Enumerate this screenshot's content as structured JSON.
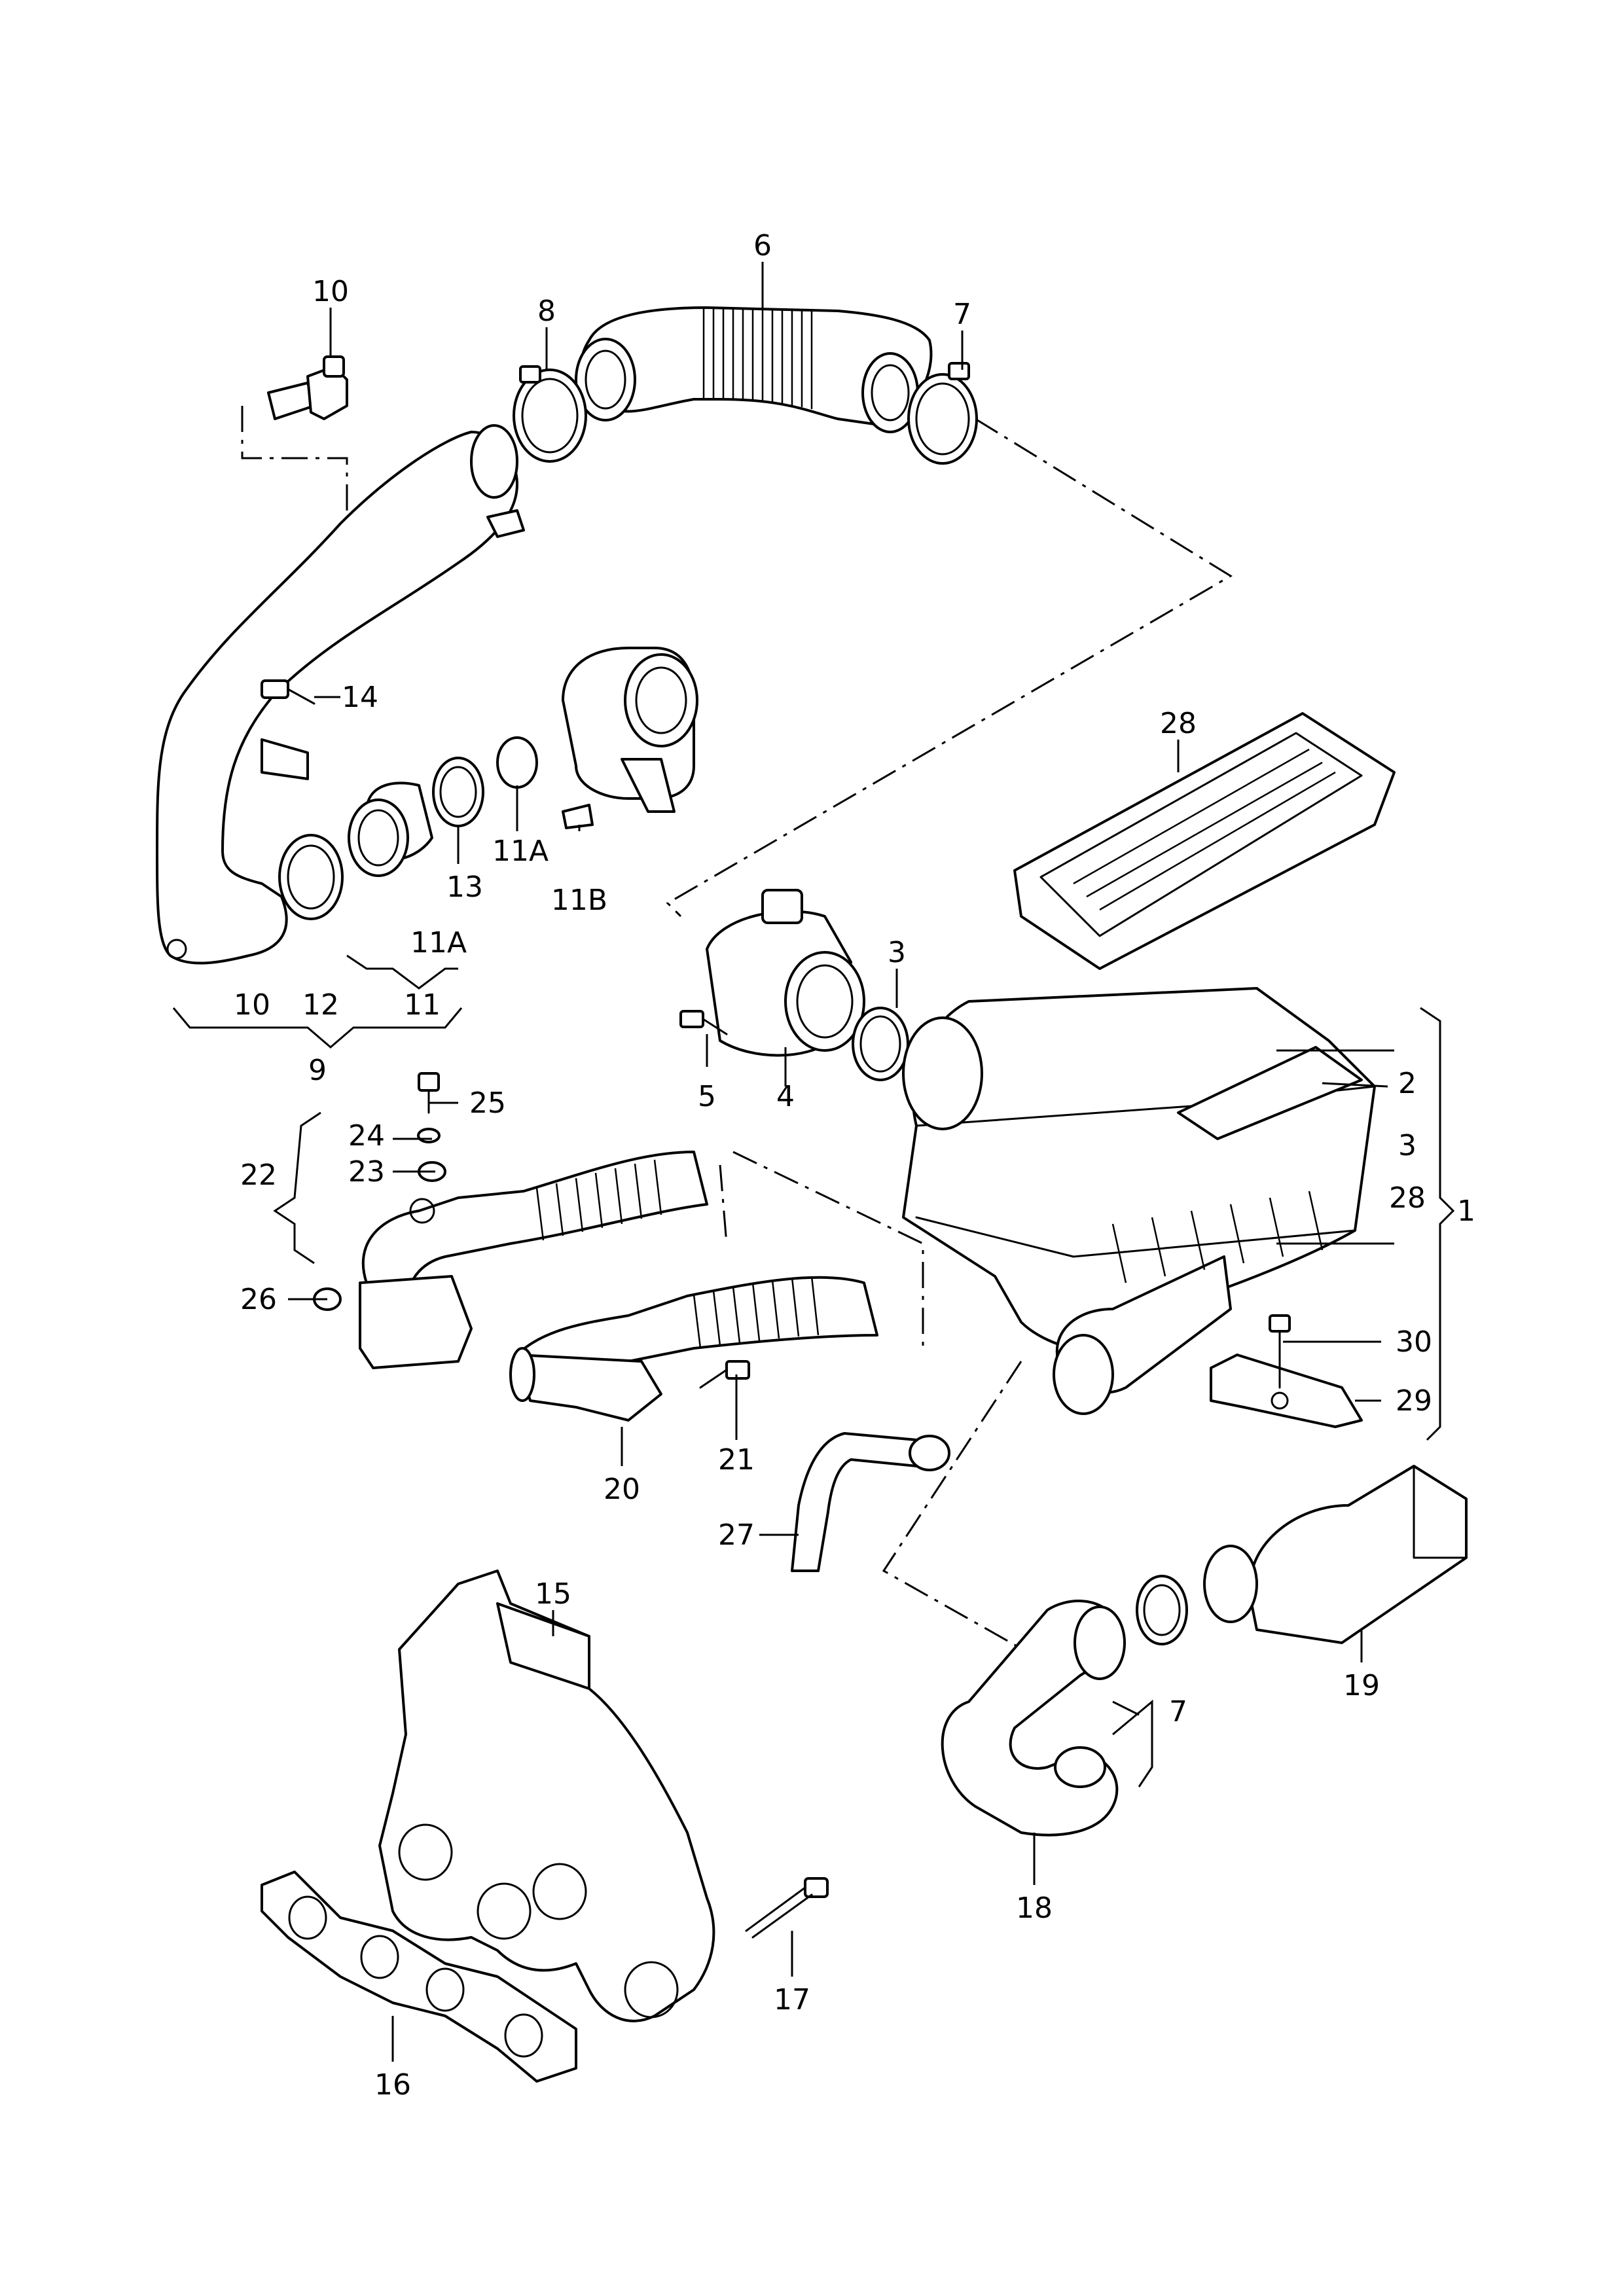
{
  "diagram": {
    "type": "exploded-parts-diagram",
    "line_color": "#000000",
    "background": "#ffffff",
    "callouts": [
      {
        "id": "c6",
        "text": "6"
      },
      {
        "id": "c10a",
        "text": "10"
      },
      {
        "id": "c8",
        "text": "8"
      },
      {
        "id": "c7a",
        "text": "7"
      },
      {
        "id": "c14",
        "text": "14"
      },
      {
        "id": "c28a",
        "text": "28"
      },
      {
        "id": "c11A_a",
        "text": "11A"
      },
      {
        "id": "c11B",
        "text": "11B"
      },
      {
        "id": "c13",
        "text": "13"
      },
      {
        "id": "c11A_b",
        "text": "11A"
      },
      {
        "id": "c3a",
        "text": "3"
      },
      {
        "id": "c10b",
        "text": "10"
      },
      {
        "id": "c12",
        "text": "12"
      },
      {
        "id": "c11",
        "text": "11"
      },
      {
        "id": "c9",
        "text": "9"
      },
      {
        "id": "c5",
        "text": "5"
      },
      {
        "id": "c4",
        "text": "4"
      },
      {
        "id": "c2",
        "text": "2"
      },
      {
        "id": "c25",
        "text": "25"
      },
      {
        "id": "c24",
        "text": "24"
      },
      {
        "id": "c22",
        "text": "22"
      },
      {
        "id": "c23",
        "text": "23"
      },
      {
        "id": "c3b",
        "text": "3"
      },
      {
        "id": "c28b",
        "text": "28"
      },
      {
        "id": "c1",
        "text": "1"
      },
      {
        "id": "c26",
        "text": "26"
      },
      {
        "id": "c30",
        "text": "30"
      },
      {
        "id": "c29",
        "text": "29"
      },
      {
        "id": "c21",
        "text": "21"
      },
      {
        "id": "c20",
        "text": "20"
      },
      {
        "id": "c27",
        "text": "27"
      },
      {
        "id": "c15",
        "text": "15"
      },
      {
        "id": "c19",
        "text": "19"
      },
      {
        "id": "c7b",
        "text": "7"
      },
      {
        "id": "c18",
        "text": "18"
      },
      {
        "id": "c17",
        "text": "17"
      },
      {
        "id": "c16",
        "text": "16"
      }
    ]
  }
}
